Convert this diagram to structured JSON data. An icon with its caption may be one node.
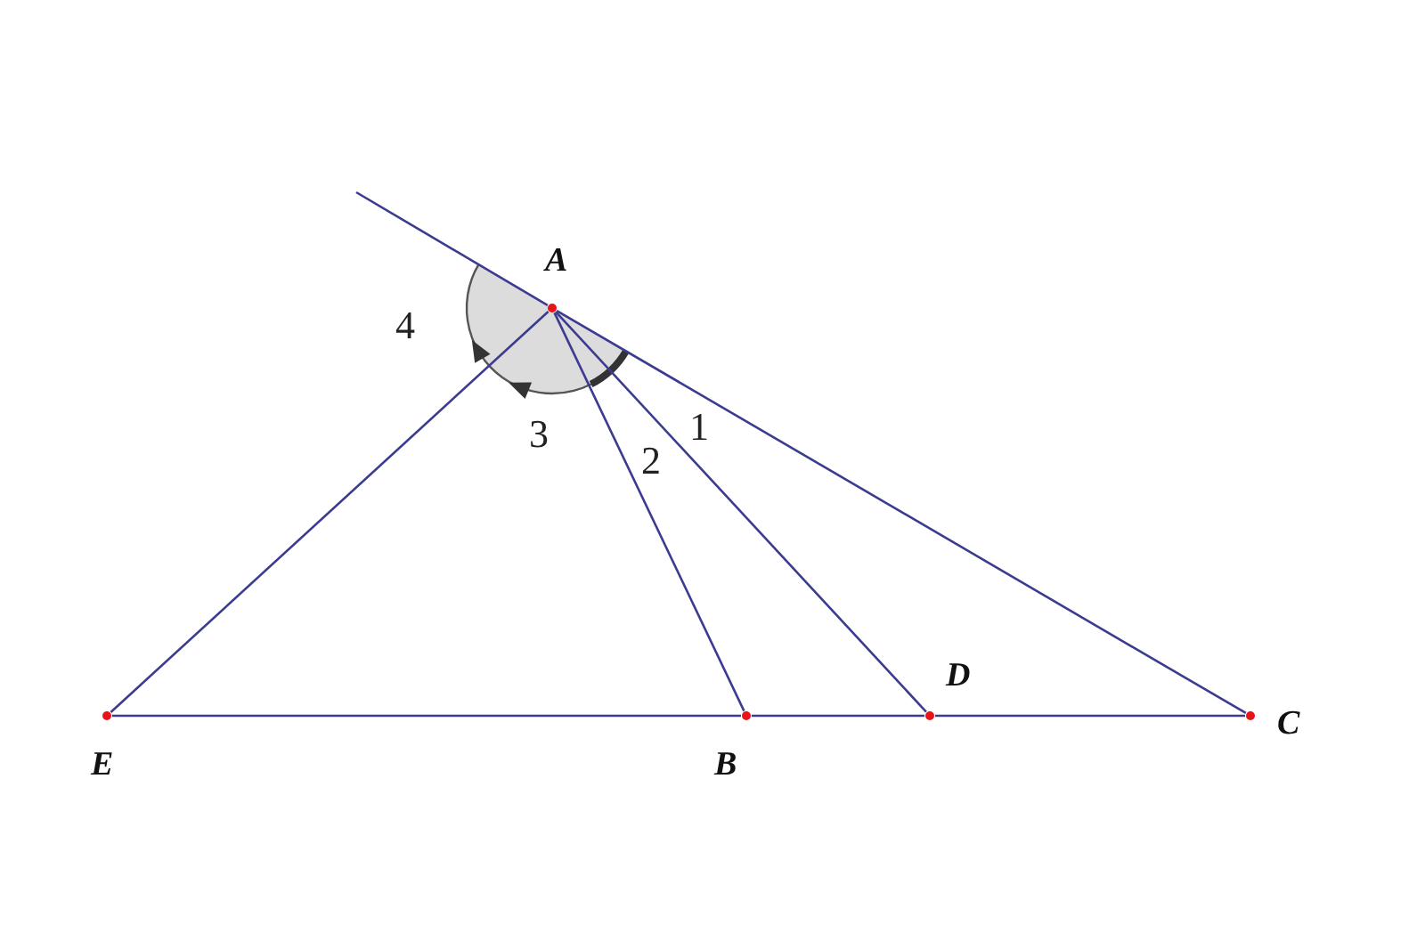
{
  "diagram": {
    "nodes": [
      {
        "text": [],
        "shape": "circle",
        "beside": [
          "A"
        ]
      },
      {
        "text": [],
        "shape": "circle",
        "beside": [
          "E"
        ]
      },
      {
        "text": [],
        "shape": "circle",
        "beside": [
          "B"
        ]
      },
      {
        "text": [],
        "shape": "circle",
        "beside": [
          "D"
        ]
      },
      {
        "text": [],
        "shape": "circle",
        "beside": [
          "C"
        ]
      }
    ],
    "edges": [
      {
        "from": 0,
        "to": null,
        "arrow": "none"
      },
      {
        "from": 0,
        "to": 1,
        "arrow": "none"
      },
      {
        "from": 0,
        "to": 2,
        "arrow": "none"
      },
      {
        "from": 0,
        "to": 3,
        "arrow": "none"
      },
      {
        "from": 0,
        "to": 4,
        "arrow": "none"
      },
      {
        "from": 1,
        "to": 2,
        "arrow": "none"
      },
      {
        "from": 2,
        "to": 3,
        "arrow": "none"
      },
      {
        "from": 3,
        "to": 4,
        "arrow": "none"
      }
    ],
    "labels": [
      "4",
      "3",
      "2",
      "1"
    ]
  }
}
